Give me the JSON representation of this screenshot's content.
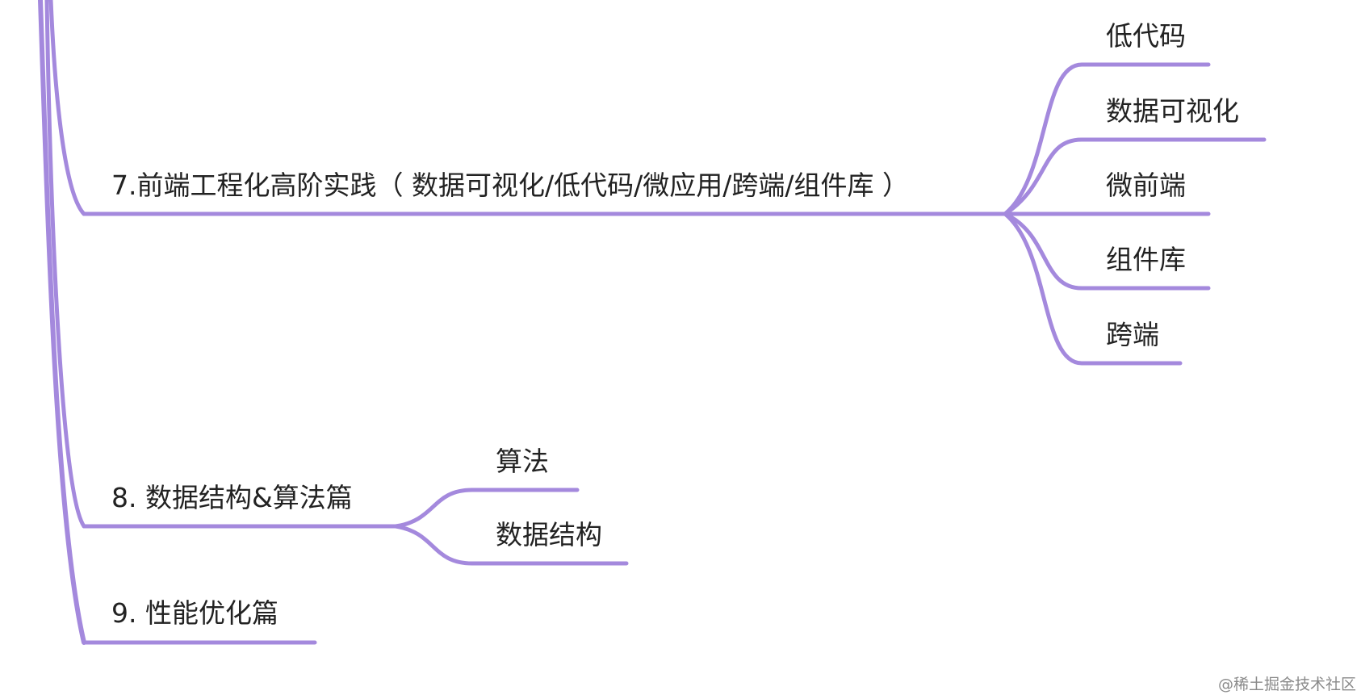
{
  "colors": {
    "branch": "#a489dd",
    "text": "#222222",
    "watermark": "#8a8a8a"
  },
  "nodes": {
    "n7": {
      "label": "7.前端工程化高阶实践（ 数据可视化/低代码/微应用/跨端/组件库 ）",
      "children": [
        {
          "label": "低代码"
        },
        {
          "label": "数据可视化"
        },
        {
          "label": "微前端"
        },
        {
          "label": "组件库"
        },
        {
          "label": "跨端"
        }
      ]
    },
    "n8": {
      "label": "8. 数据结构&算法篇",
      "children": [
        {
          "label": "算法"
        },
        {
          "label": "数据结构"
        }
      ]
    },
    "n9": {
      "label": "9. 性能优化篇"
    }
  },
  "watermark": "@稀土掘金技术社区"
}
